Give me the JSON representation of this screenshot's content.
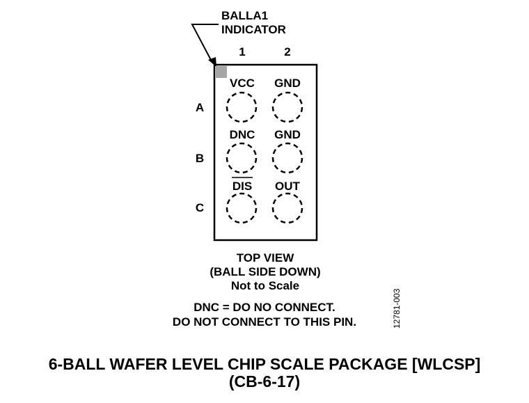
{
  "indicator": {
    "line1": "BALLA1",
    "line2": "INDICATOR"
  },
  "columns": [
    "1",
    "2"
  ],
  "rows": [
    "A",
    "B",
    "C"
  ],
  "balls": [
    {
      "row": "A",
      "col": "1",
      "label": "VCC",
      "overbar": false
    },
    {
      "row": "A",
      "col": "2",
      "label": "GND",
      "overbar": false
    },
    {
      "row": "B",
      "col": "1",
      "label": "DNC",
      "overbar": false
    },
    {
      "row": "B",
      "col": "2",
      "label": "GND",
      "overbar": false
    },
    {
      "row": "C",
      "col": "1",
      "label": "DIS",
      "overbar": true
    },
    {
      "row": "C",
      "col": "2",
      "label": "OUT",
      "overbar": false
    }
  ],
  "view_notes": [
    "TOP VIEW",
    "(BALL SIDE DOWN)",
    "Not to Scale"
  ],
  "legend_notes": [
    "DNC = DO NO CONNECT.",
    "DO NOT CONNECT TO THIS PIN."
  ],
  "figure_id": "12781-003",
  "package_title": [
    "6-BALL WAFER LEVEL CHIP SCALE PACKAGE [WLCSP]",
    "(CB-6-17)"
  ],
  "colors": {
    "indicator_fill": "#a6a6a6",
    "ink": "#000000"
  }
}
